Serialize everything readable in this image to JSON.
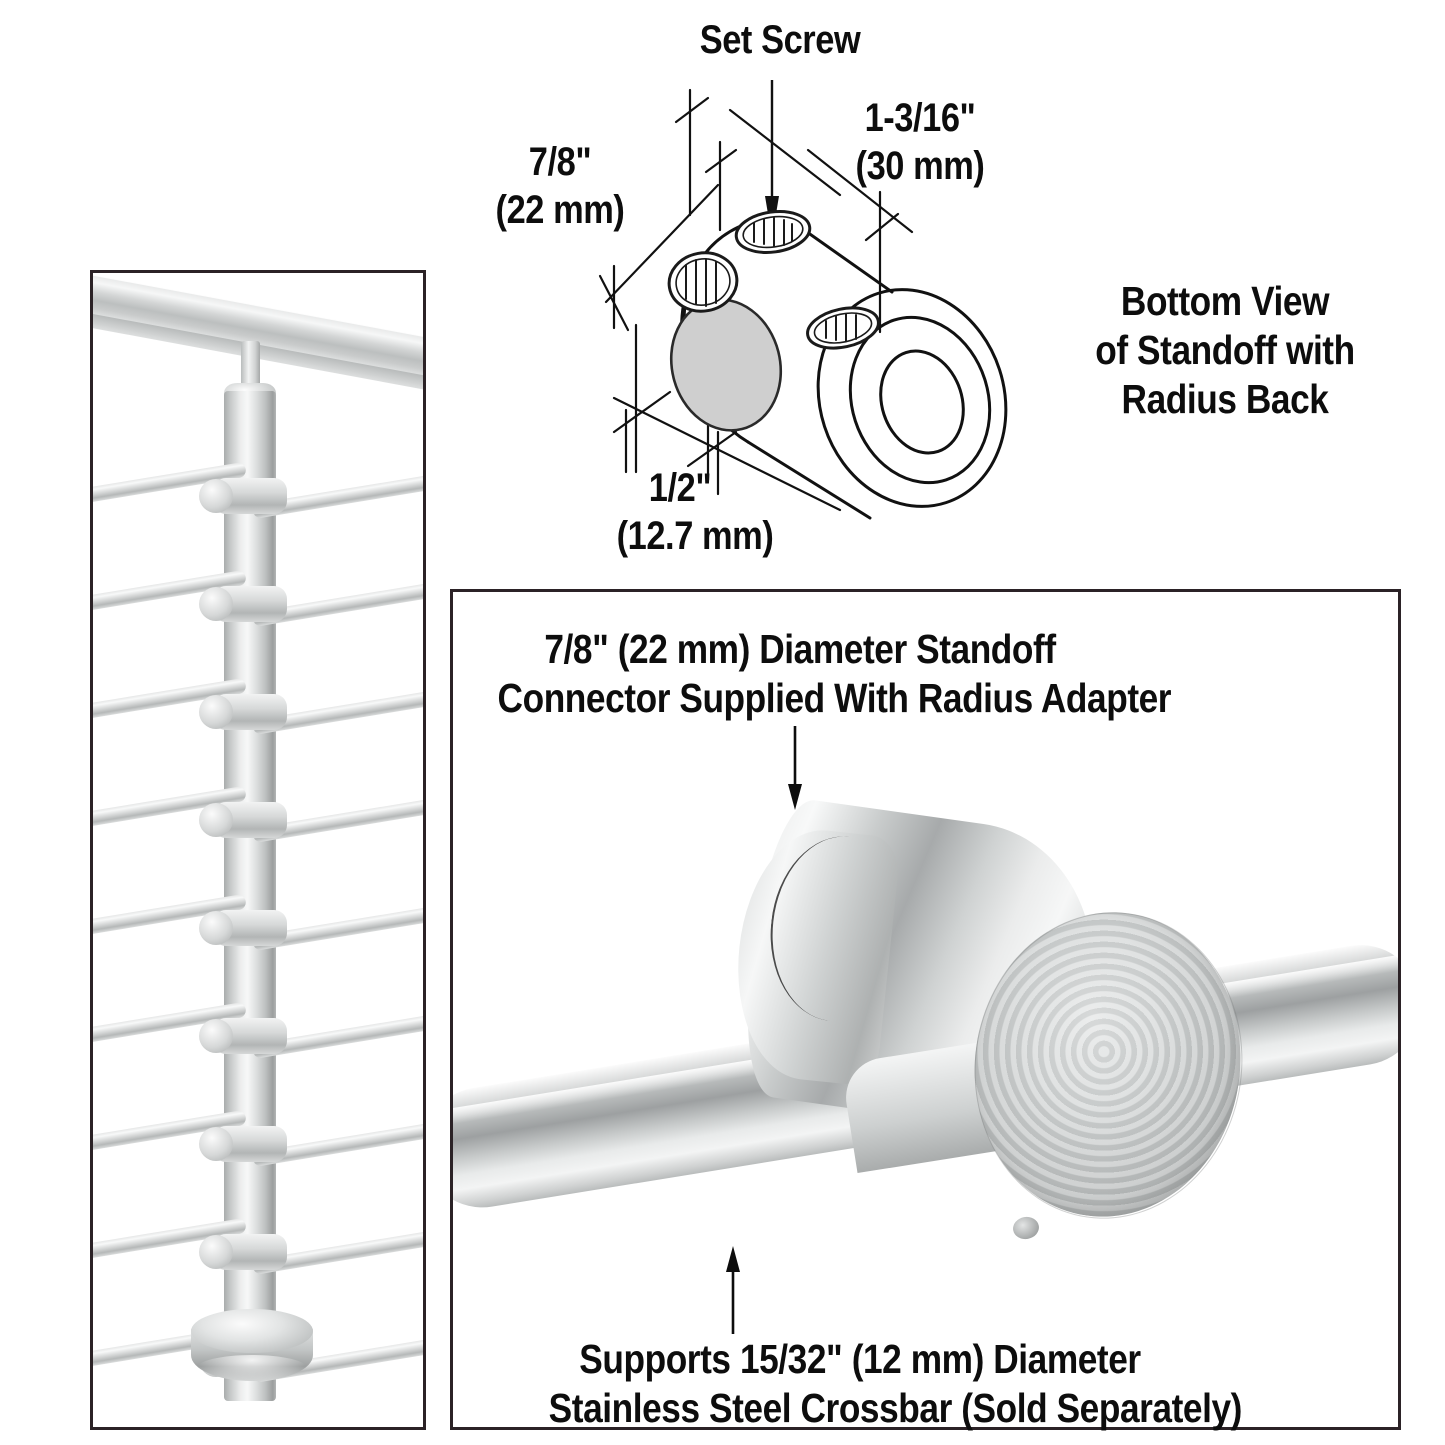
{
  "figure": {
    "title": "Standoff Connector Technical Diagram",
    "line_color": "#0d0d0d",
    "panel_border_color": "#2b2226",
    "metal_color": "#c6c9c9",
    "fill_gray": "#cccccc"
  },
  "bottom_view": {
    "label_set_screw": "Set Screw",
    "dim_diameter": {
      "imperial": "7/8\"",
      "metric": "(22 mm)"
    },
    "dim_length": {
      "imperial": "1-3/16\"",
      "metric": "(30 mm)"
    },
    "dim_depth": {
      "imperial": "1/2\"",
      "metric": "(12.7 mm)"
    },
    "caption": {
      "line1": "Bottom View",
      "line2": "of Standoff with",
      "line3": "Radius Back"
    },
    "features": {
      "set_screw_holes": 3,
      "radius_back_face": "gray-oval",
      "bore_rings": 3
    }
  },
  "main_panel": {
    "callout_top": {
      "line1": "7/8\" (22 mm) Diameter Standoff",
      "line2": "Connector Supplied With Radius Adapter"
    },
    "callout_bottom": {
      "line1": "Supports 15/32\" (12 mm) Diameter",
      "line2": "Stainless Steel Crossbar (Sold Separately)"
    },
    "arrow_down": "arrow-down-icon",
    "arrow_up": "arrow-up-icon"
  },
  "left_panel": {
    "description": "Cable railing post with standoff connectors",
    "crossbar_count": 9
  }
}
